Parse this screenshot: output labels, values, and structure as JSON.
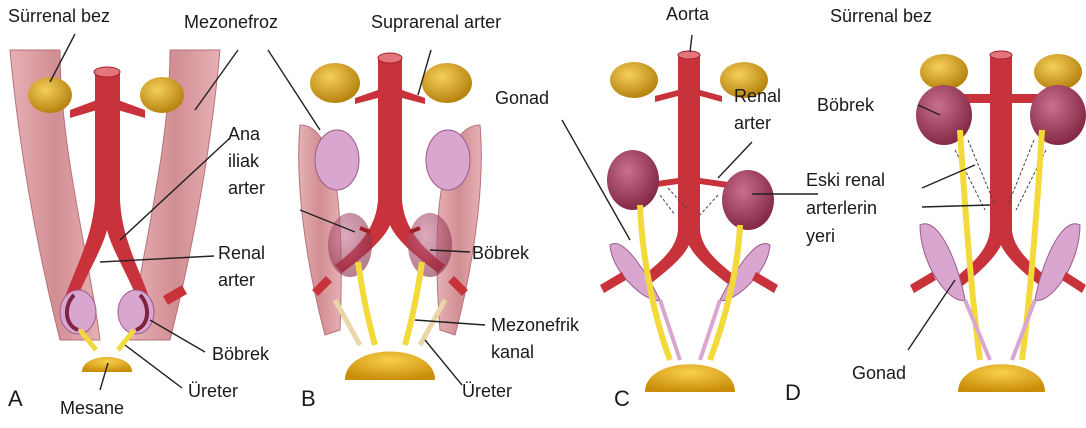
{
  "figure": {
    "panels": [
      "A",
      "B",
      "C",
      "D"
    ],
    "labels": {
      "surrenal_bez": "Sürrenal bez",
      "mezonefroz": "Mezonefroz",
      "suprarenal_arter": "Suprarenal arter",
      "aorta": "Aorta",
      "ana_iliak_arter": [
        "Ana",
        "iliak",
        "arter"
      ],
      "renal_arter_a": [
        "Renal",
        "arter"
      ],
      "renal_arter_c": [
        "Renal",
        "arter"
      ],
      "bobrek": "Böbrek",
      "mesane": "Mesane",
      "ureter": "Üreter",
      "gonad": "Gonad",
      "mezonefrik_kanal": [
        "Mezonefrik",
        "kanal"
      ],
      "eski_renal": [
        "Eski renal",
        "arterlerin",
        "yeri"
      ]
    }
  },
  "colors": {
    "artery": "#c8323b",
    "artery_dark": "#9e1f28",
    "adrenal": "#d9a520",
    "mesonephros": "#dca0a4",
    "kidney": "#a4405a",
    "gonad": "#d9a6cf",
    "ureter": "#f4d93a",
    "bladder": "#e3a817"
  }
}
